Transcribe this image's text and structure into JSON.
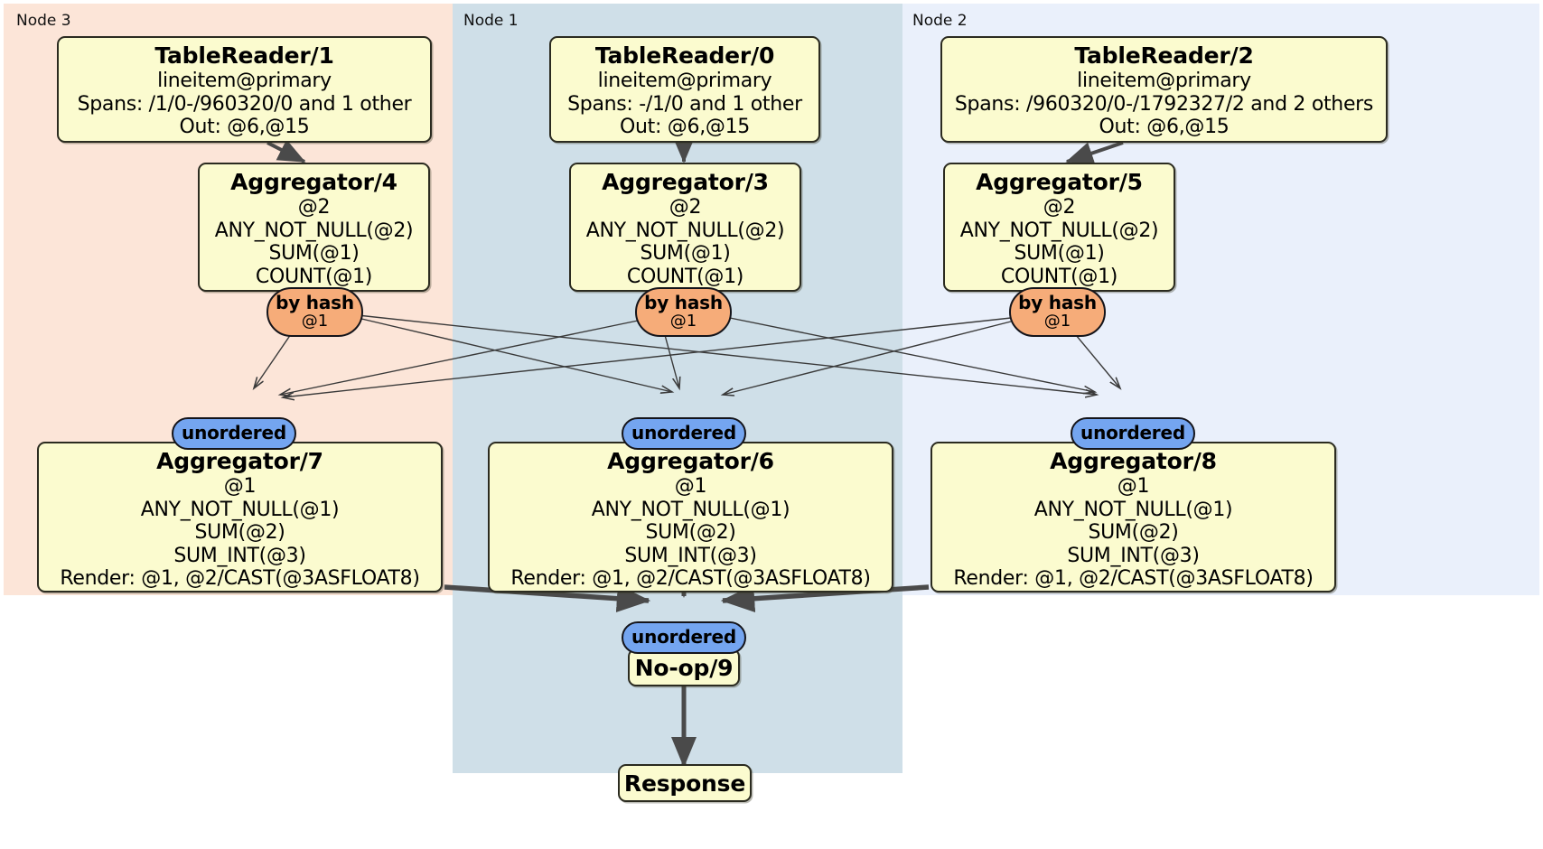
{
  "diagram": {
    "type": "distributed-query-plan",
    "regions": [
      {
        "id": "node3",
        "label": "Node 3",
        "color": "#fce5d8"
      },
      {
        "id": "node1",
        "label": "Node 1",
        "color": "#cfdfe8"
      },
      {
        "id": "node2",
        "label": "Node 2",
        "color": "#eaf0fb"
      }
    ],
    "processors": {
      "table_reader_1": {
        "title": "TableReader/1",
        "lines": [
          "lineitem@primary",
          "Spans: /1/0-/960320/0 and 1 other",
          "Out: @6,@15"
        ]
      },
      "table_reader_0": {
        "title": "TableReader/0",
        "lines": [
          "lineitem@primary",
          "Spans: -/1/0 and 1 other",
          "Out: @6,@15"
        ]
      },
      "table_reader_2": {
        "title": "TableReader/2",
        "lines": [
          "lineitem@primary",
          "Spans: /960320/0-/1792327/2 and 2 others",
          "Out: @6,@15"
        ]
      },
      "aggregator_4": {
        "title": "Aggregator/4",
        "lines": [
          "@2",
          "ANY_NOT_NULL(@2)",
          "SUM(@1)",
          "COUNT(@1)"
        ]
      },
      "aggregator_3": {
        "title": "Aggregator/3",
        "lines": [
          "@2",
          "ANY_NOT_NULL(@2)",
          "SUM(@1)",
          "COUNT(@1)"
        ]
      },
      "aggregator_5": {
        "title": "Aggregator/5",
        "lines": [
          "@2",
          "ANY_NOT_NULL(@2)",
          "SUM(@1)",
          "COUNT(@1)"
        ]
      },
      "aggregator_7": {
        "title": "Aggregator/7",
        "lines": [
          "@1",
          "ANY_NOT_NULL(@1)",
          "SUM(@2)",
          "SUM_INT(@3)",
          "Render: @1, @2/CAST(@3ASFLOAT8)"
        ]
      },
      "aggregator_6": {
        "title": "Aggregator/6",
        "lines": [
          "@1",
          "ANY_NOT_NULL(@1)",
          "SUM(@2)",
          "SUM_INT(@3)",
          "Render: @1, @2/CAST(@3ASFLOAT8)"
        ]
      },
      "aggregator_8": {
        "title": "Aggregator/8",
        "lines": [
          "@1",
          "ANY_NOT_NULL(@1)",
          "SUM(@2)",
          "SUM_INT(@3)",
          "Render: @1, @2/CAST(@3ASFLOAT8)"
        ]
      },
      "noop_9": {
        "title": "No-op/9",
        "lines": []
      },
      "response": {
        "title": "Response",
        "lines": []
      }
    },
    "routers": {
      "hash_left": {
        "label": "by hash",
        "sub": "@1"
      },
      "hash_center": {
        "label": "by hash",
        "sub": "@1"
      },
      "hash_right": {
        "label": "by hash",
        "sub": "@1"
      },
      "unordered_left": {
        "label": "unordered",
        "sub": ""
      },
      "unordered_center": {
        "label": "unordered",
        "sub": ""
      },
      "unordered_right": {
        "label": "unordered",
        "sub": ""
      },
      "unordered_final": {
        "label": "unordered",
        "sub": ""
      }
    }
  }
}
